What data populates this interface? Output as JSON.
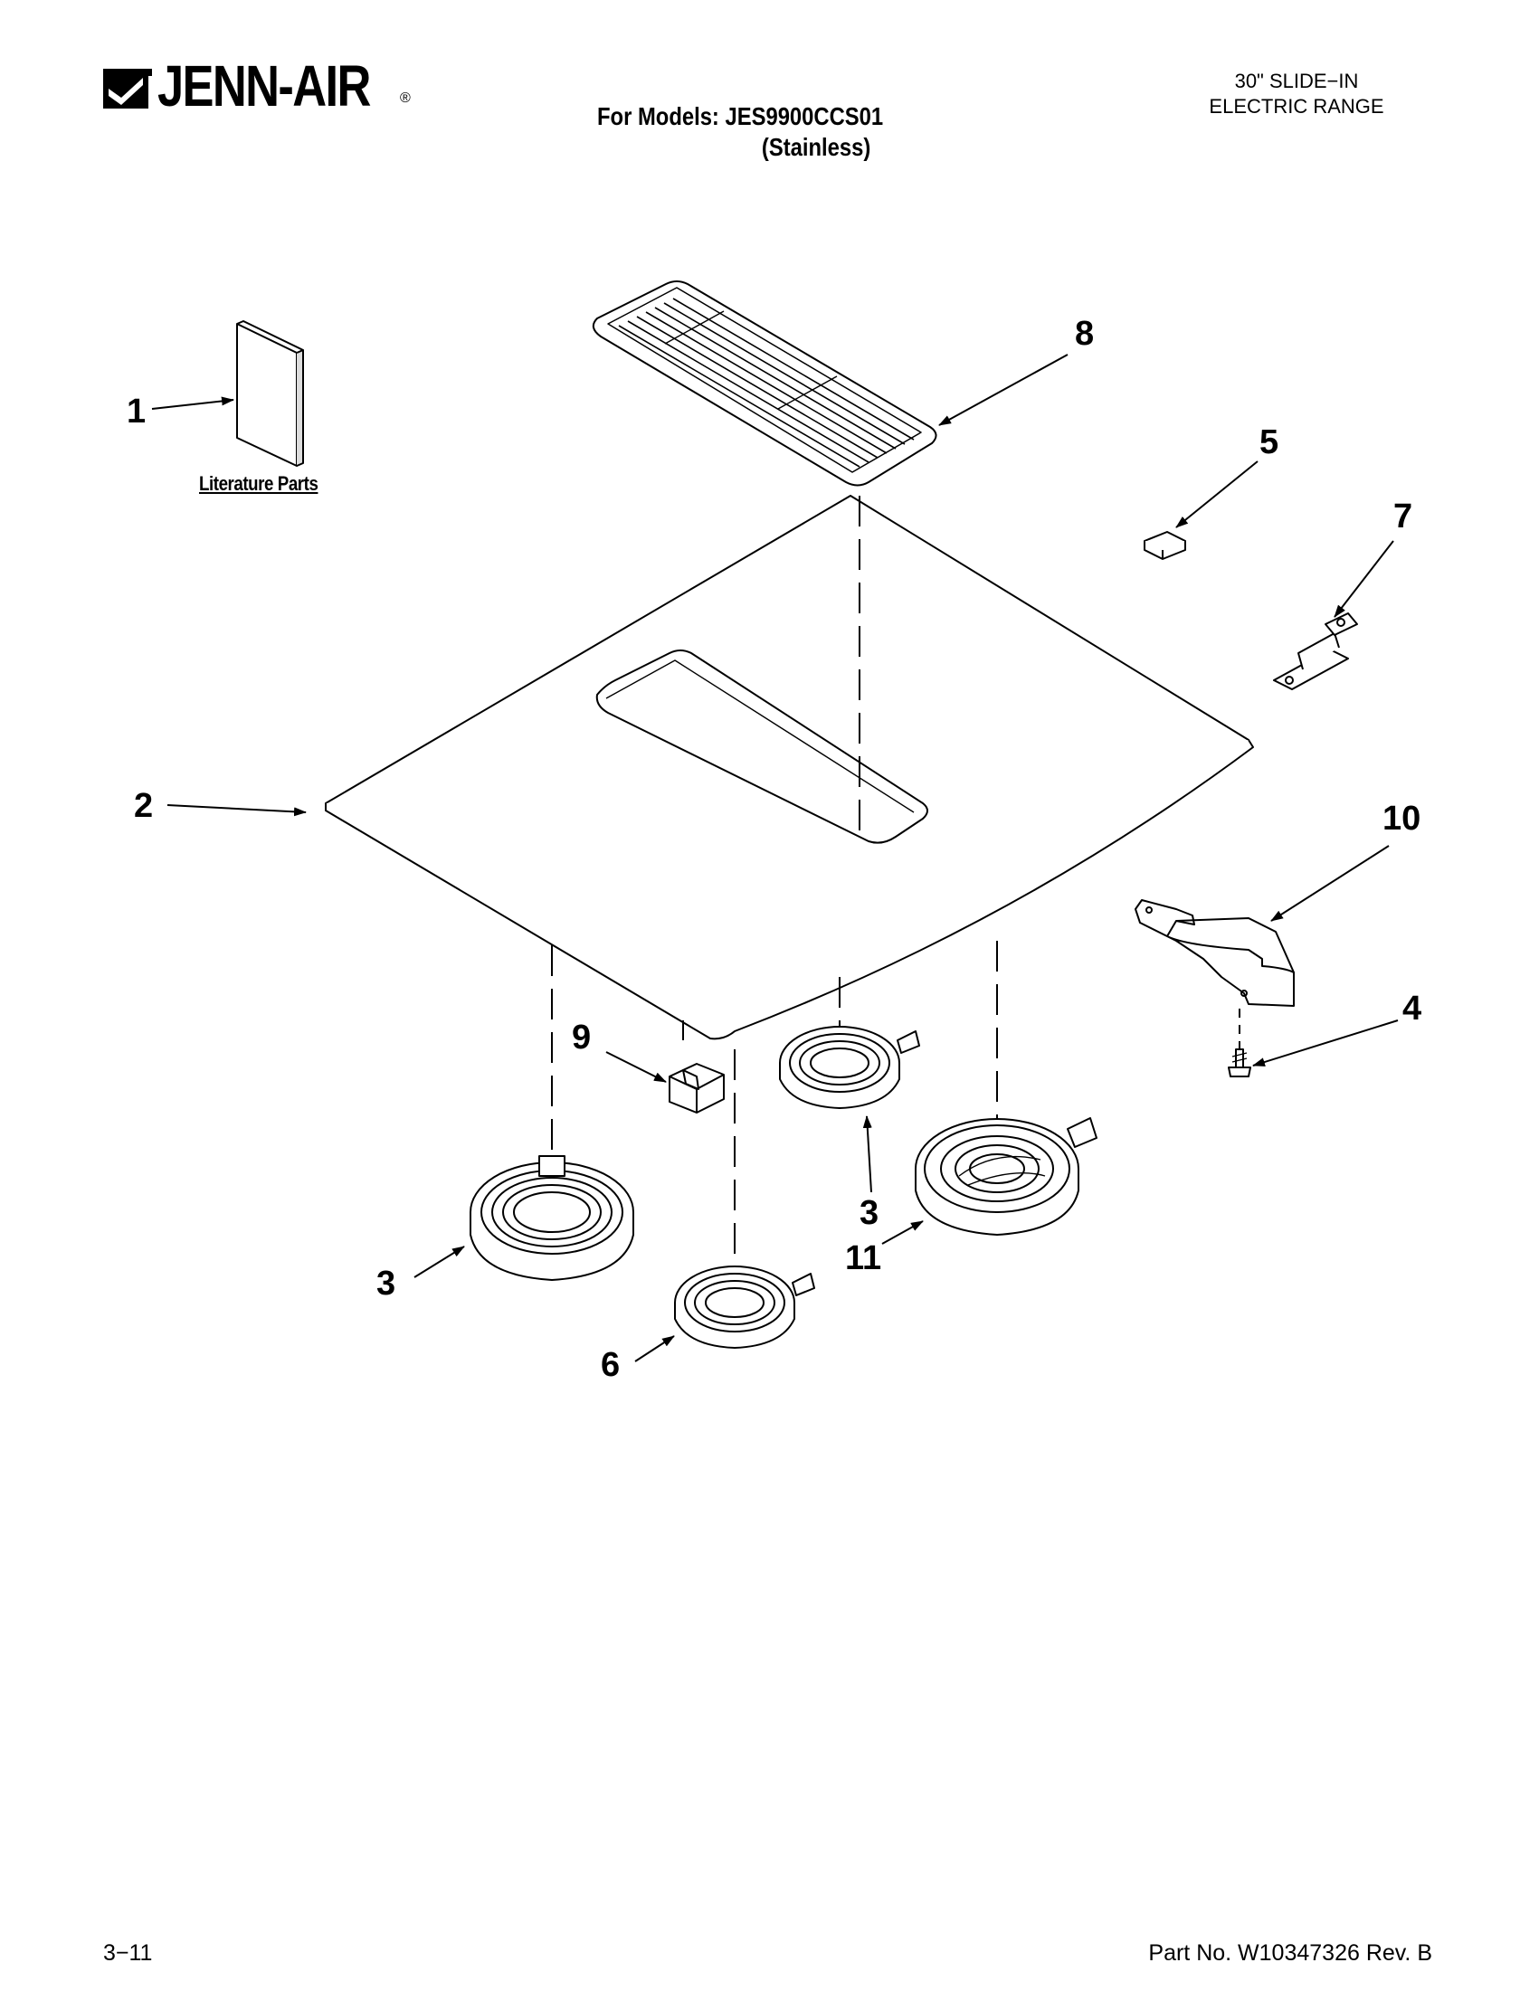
{
  "header": {
    "brand": "JENN-AIR",
    "brand_mark": "®",
    "models_line1": "For Models: JES9900CCS01",
    "models_line2": "(Stainless)",
    "product_line1": "30\" SLIDE−IN",
    "product_line2": "ELECTRIC RANGE"
  },
  "diagram": {
    "literature_label": "Literature Parts",
    "callouts": [
      "1",
      "2",
      "3",
      "3",
      "3",
      "4",
      "5",
      "6",
      "7",
      "8",
      "9",
      "10",
      "11"
    ]
  },
  "footer": {
    "page_number": "3−11",
    "part_number": "Part No. W10347326 Rev. B"
  }
}
